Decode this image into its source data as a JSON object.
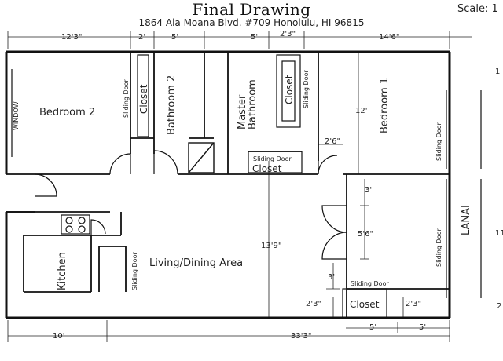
{
  "header": {
    "title": "Final Drawing",
    "address": "1864 Ala Moana Blvd. #709 Honolulu, HI 96815",
    "scale": "Scale: 1"
  },
  "rooms": {
    "bedroom2": "Bedroom 2",
    "bathroom2": "Bathroom 2",
    "master_bathroom_line1": "Master",
    "master_bathroom_line2": "Bathroom",
    "bedroom1": "Bedroom 1",
    "kitchen": "Kitchen",
    "living_dining": "Living/Dining Area",
    "lanai": "LANAI"
  },
  "fixtures": {
    "window": "WINDOW",
    "closet": "Closet",
    "sliding_door": "Sliding Door"
  },
  "dimensions": {
    "top_bedroom2": "12'3\"",
    "top_closet": "2'",
    "top_bath2": "5'",
    "top_master_bath": "5'",
    "top_master_closet": "2'3\"",
    "top_bedroom1": "14'6\"",
    "bedroom1_height": "12'",
    "bedroom1_door": "2'6\"",
    "hall_3": "3'",
    "hall_5_6": "5'6\"",
    "living_height": "13'9\"",
    "closet_3": "3'",
    "closet_2_3_left": "2'3\"",
    "closet_2_3_right": "2'3\"",
    "bottom_10": "10'",
    "bottom_total": "33'3\"",
    "bottom_5_left": "5'",
    "bottom_5_right": "5'",
    "lanai_edge_1": "1",
    "lanai_edge_11": "11",
    "lanai_edge_2": "2"
  }
}
